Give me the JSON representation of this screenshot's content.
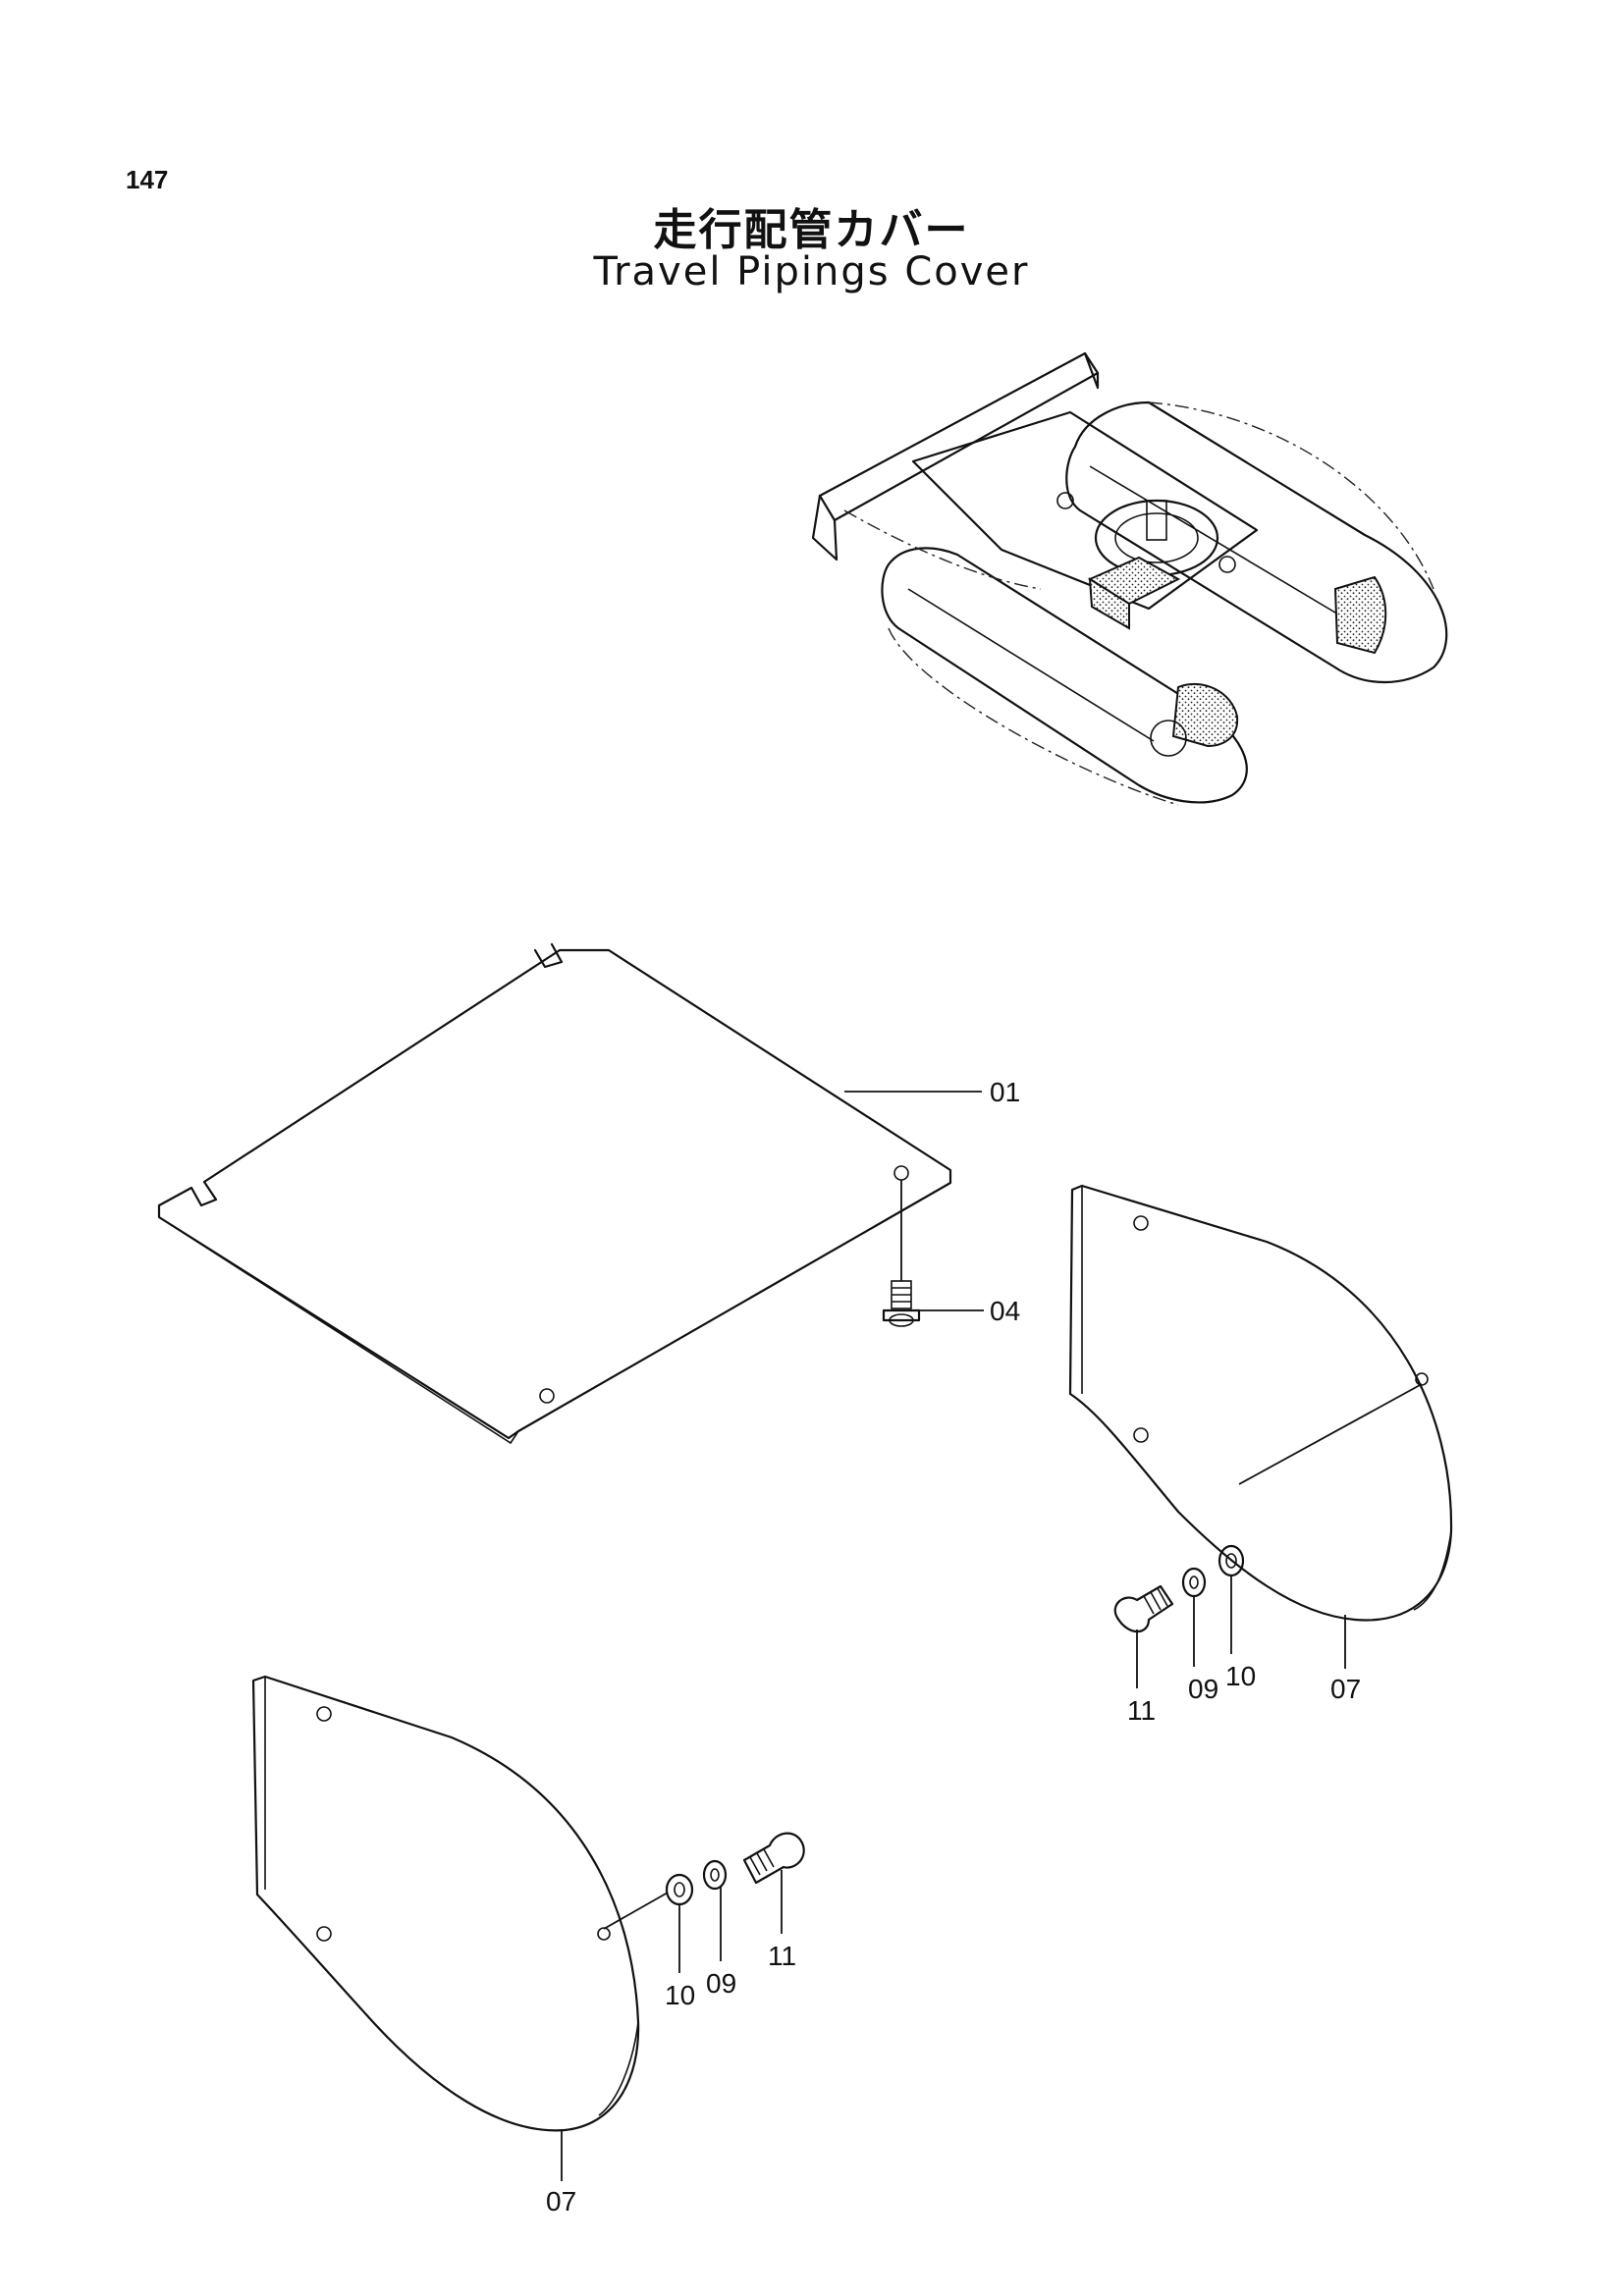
{
  "page": {
    "number": "147",
    "title_jp": "走行配管カバー",
    "title_en": "Travel Pipings Cover"
  },
  "labels": {
    "cover_plate": "01",
    "bolt_plate": "04",
    "side_cover_right": "07",
    "side_cover_left": "07",
    "washer_spring_right": "09",
    "washer_flat_right": "10",
    "bolt_right": "11",
    "washer_spring_left": "09",
    "washer_flat_left": "10",
    "bolt_left": "11"
  }
}
